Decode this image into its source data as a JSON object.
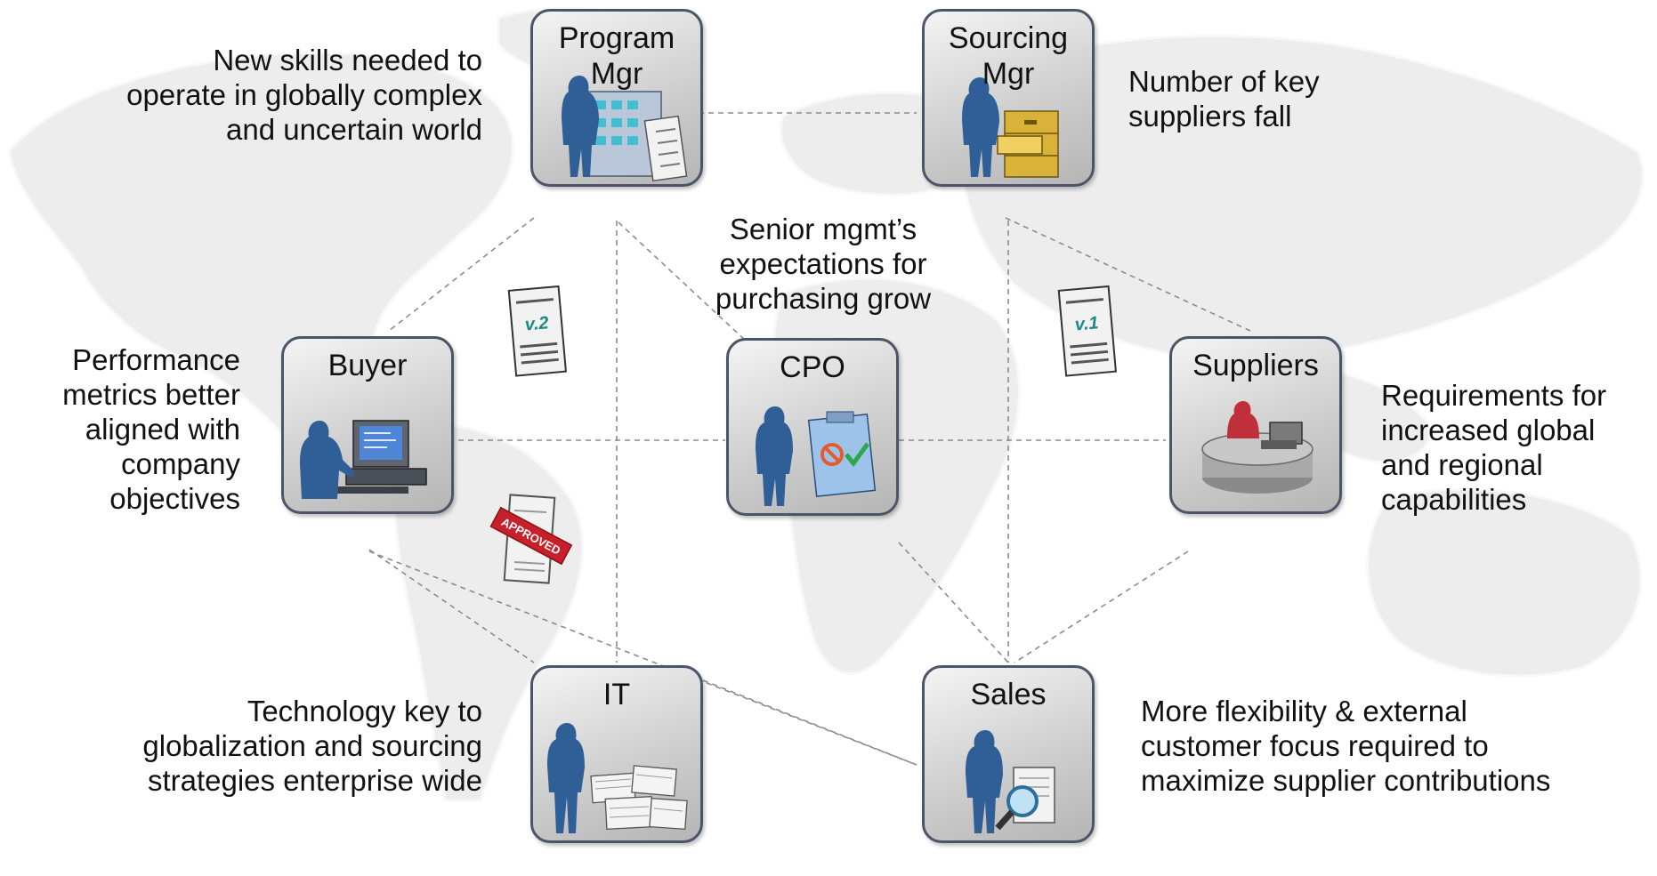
{
  "nodes": {
    "program_mgr": {
      "label": "Program\nMgr"
    },
    "sourcing_mgr": {
      "label": "Sourcing\nMgr"
    },
    "buyer": {
      "label": "Buyer"
    },
    "cpo": {
      "label": "CPO"
    },
    "suppliers": {
      "label": "Suppliers"
    },
    "it": {
      "label": "IT"
    },
    "sales": {
      "label": "Sales"
    }
  },
  "notes": {
    "program_mgr": "New skills needed to\noperate in globally complex\nand uncertain world",
    "sourcing_mgr": "Number of key\nsuppliers fall",
    "cpo": "Senior mgmt’s\nexpectations for\npurchasing grow",
    "buyer": "Performance\nmetrics better\naligned  with\ncompany\nobjectives",
    "suppliers": "Requirements for\nincreased global\nand  regional\ncapabilities",
    "it": "Technology key to\nglobalization and sourcing\nstrategies enterprise wide",
    "sales": "More flexibility & external\ncustomer focus required to\nmaximize supplier contributions"
  },
  "documents": {
    "version_2": "v.2",
    "version_1": "v.1",
    "approved_stamp": "APPROVED"
  },
  "colors": {
    "figure_blue": "#2f5f96",
    "figure_red": "#c0303a",
    "node_border": "#4a5568",
    "map_gray": "#ececec",
    "link_gray": "#8c8c8c",
    "doc_teal": "#1a8a86"
  },
  "icons": {
    "program_mgr": "person-with-office-building-and-document",
    "sourcing_mgr": "person-with-filing-cabinet",
    "buyer": "person-at-computer",
    "cpo": "person-with-checklist-clipboard",
    "suppliers": "person-at-service-desk",
    "it": "person-with-paper-stacks",
    "sales": "person-with-magnifier-document"
  }
}
